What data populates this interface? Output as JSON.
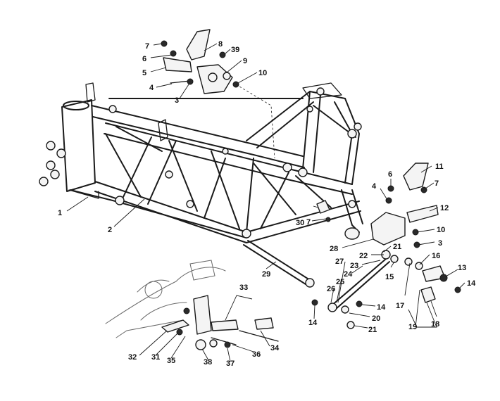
{
  "diagram": {
    "callouts": [
      {
        "id": "1",
        "text": "1"
      },
      {
        "id": "2",
        "text": "2"
      },
      {
        "id": "3a",
        "text": "3"
      },
      {
        "id": "3b",
        "text": "3"
      },
      {
        "id": "4a",
        "text": "4"
      },
      {
        "id": "4b",
        "text": "4"
      },
      {
        "id": "5",
        "text": "5"
      },
      {
        "id": "6a",
        "text": "6"
      },
      {
        "id": "6b",
        "text": "6"
      },
      {
        "id": "7a",
        "text": "7"
      },
      {
        "id": "7b",
        "text": "7"
      },
      {
        "id": "7c",
        "text": "7"
      },
      {
        "id": "8",
        "text": "8"
      },
      {
        "id": "9",
        "text": "9"
      },
      {
        "id": "10a",
        "text": "10"
      },
      {
        "id": "10b",
        "text": "10"
      },
      {
        "id": "11",
        "text": "11"
      },
      {
        "id": "12",
        "text": "12"
      },
      {
        "id": "13",
        "text": "13"
      },
      {
        "id": "14a",
        "text": "14"
      },
      {
        "id": "14b",
        "text": "14"
      },
      {
        "id": "14c",
        "text": "14"
      },
      {
        "id": "15",
        "text": "15"
      },
      {
        "id": "16",
        "text": "16"
      },
      {
        "id": "17",
        "text": "17"
      },
      {
        "id": "18",
        "text": "18"
      },
      {
        "id": "19",
        "text": "19"
      },
      {
        "id": "20",
        "text": "20"
      },
      {
        "id": "21a",
        "text": "21"
      },
      {
        "id": "21b",
        "text": "21"
      },
      {
        "id": "22",
        "text": "22"
      },
      {
        "id": "23",
        "text": "23"
      },
      {
        "id": "24",
        "text": "24"
      },
      {
        "id": "25",
        "text": "25"
      },
      {
        "id": "26",
        "text": "26"
      },
      {
        "id": "27",
        "text": "27"
      },
      {
        "id": "28",
        "text": "28"
      },
      {
        "id": "29",
        "text": "29"
      },
      {
        "id": "30",
        "text": "30"
      },
      {
        "id": "31",
        "text": "31"
      },
      {
        "id": "32",
        "text": "32"
      },
      {
        "id": "33",
        "text": "33"
      },
      {
        "id": "34",
        "text": "34"
      },
      {
        "id": "35",
        "text": "35"
      },
      {
        "id": "36",
        "text": "36"
      },
      {
        "id": "37",
        "text": "37"
      },
      {
        "id": "38",
        "text": "38"
      },
      {
        "id": "39",
        "text": "39"
      }
    ]
  }
}
